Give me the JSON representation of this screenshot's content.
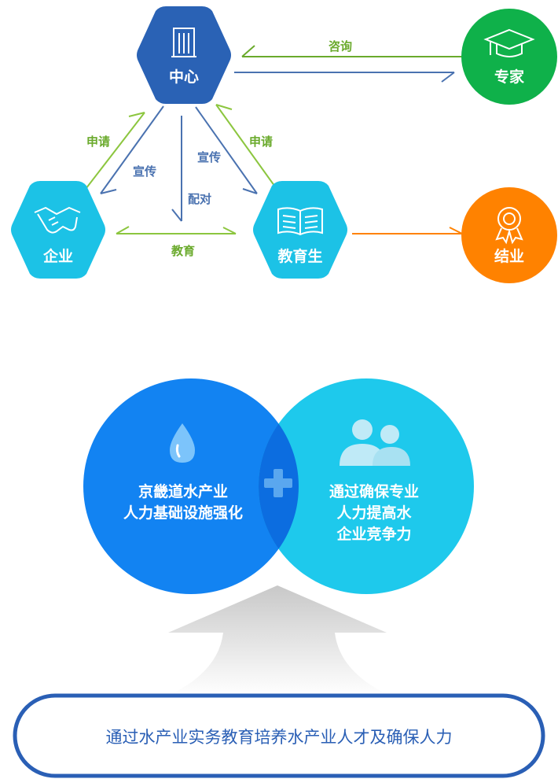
{
  "nodes": {
    "center": "中心",
    "expert": "专家",
    "company": "企业",
    "graduate": "教育生",
    "finish": "结业"
  },
  "edges": {
    "consult": "咨询",
    "apply_left": "申请",
    "promote_left": "宣传",
    "promote_right": "宣传",
    "match": "配对",
    "apply_right": "申请",
    "educate": "教育"
  },
  "venn": {
    "left_line1": "京畿道水产业",
    "left_line2": "人力基础设施强化",
    "right_line1": "通过确保专业",
    "right_line2": "人力提高水",
    "right_line3": "企业竞争力"
  },
  "banner": "通过水产业实务教育培养水产业人才及确保人力",
  "colors": {
    "center": "#2a62b5",
    "cyan": "#1cc2e6",
    "green": "#0fb14a",
    "orange": "#ff8200",
    "green_text": "#6aaa2c",
    "blue_text": "#4a72b0",
    "venn_left": "#1283f2",
    "venn_right": "#1ec9ec",
    "banner_border": "#2a5fb5"
  },
  "icons": [
    "building-icon",
    "graduation-cap-icon",
    "handshake-icon",
    "book-icon",
    "award-icon",
    "water-drop-icon",
    "people-icon",
    "plus-icon"
  ]
}
